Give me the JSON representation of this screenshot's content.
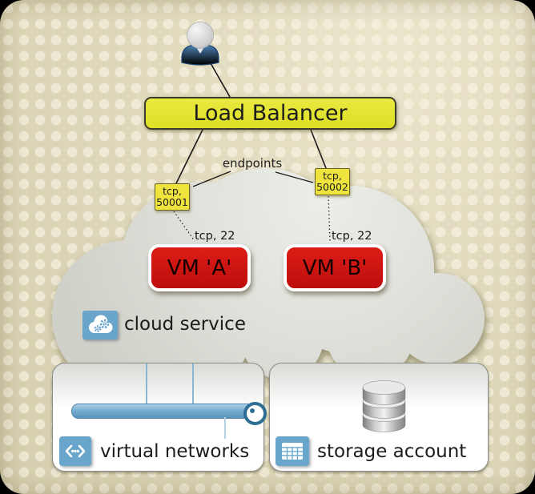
{
  "colors": {
    "background": "#ddd6b8",
    "dot": "#eae4ce",
    "cloud": "#d9dad2",
    "node_yellow": "#e3e331",
    "endpoint_yellow": "#efe33d",
    "vm_red": "#cc0d0d",
    "icon_blue": "#6aa6cb",
    "panel_white": "#ffffff"
  },
  "nodes": {
    "load_balancer": {
      "label": "Load Balancer"
    },
    "endpoints": {
      "label": "endpoints"
    },
    "endpoint_a": {
      "protocol": "tcp,",
      "port": "50001"
    },
    "endpoint_b": {
      "protocol": "tcp,",
      "port": "50002"
    },
    "ssh_a": {
      "label": "tcp, 22"
    },
    "ssh_b": {
      "label": "tcp, 22"
    },
    "vm_a": {
      "label": "VM 'A'"
    },
    "vm_b": {
      "label": "VM 'B'"
    },
    "cloud_service": {
      "label": "cloud service"
    },
    "virtual_networks": {
      "label": "virtual networks"
    },
    "storage_account": {
      "label": "storage account"
    }
  }
}
